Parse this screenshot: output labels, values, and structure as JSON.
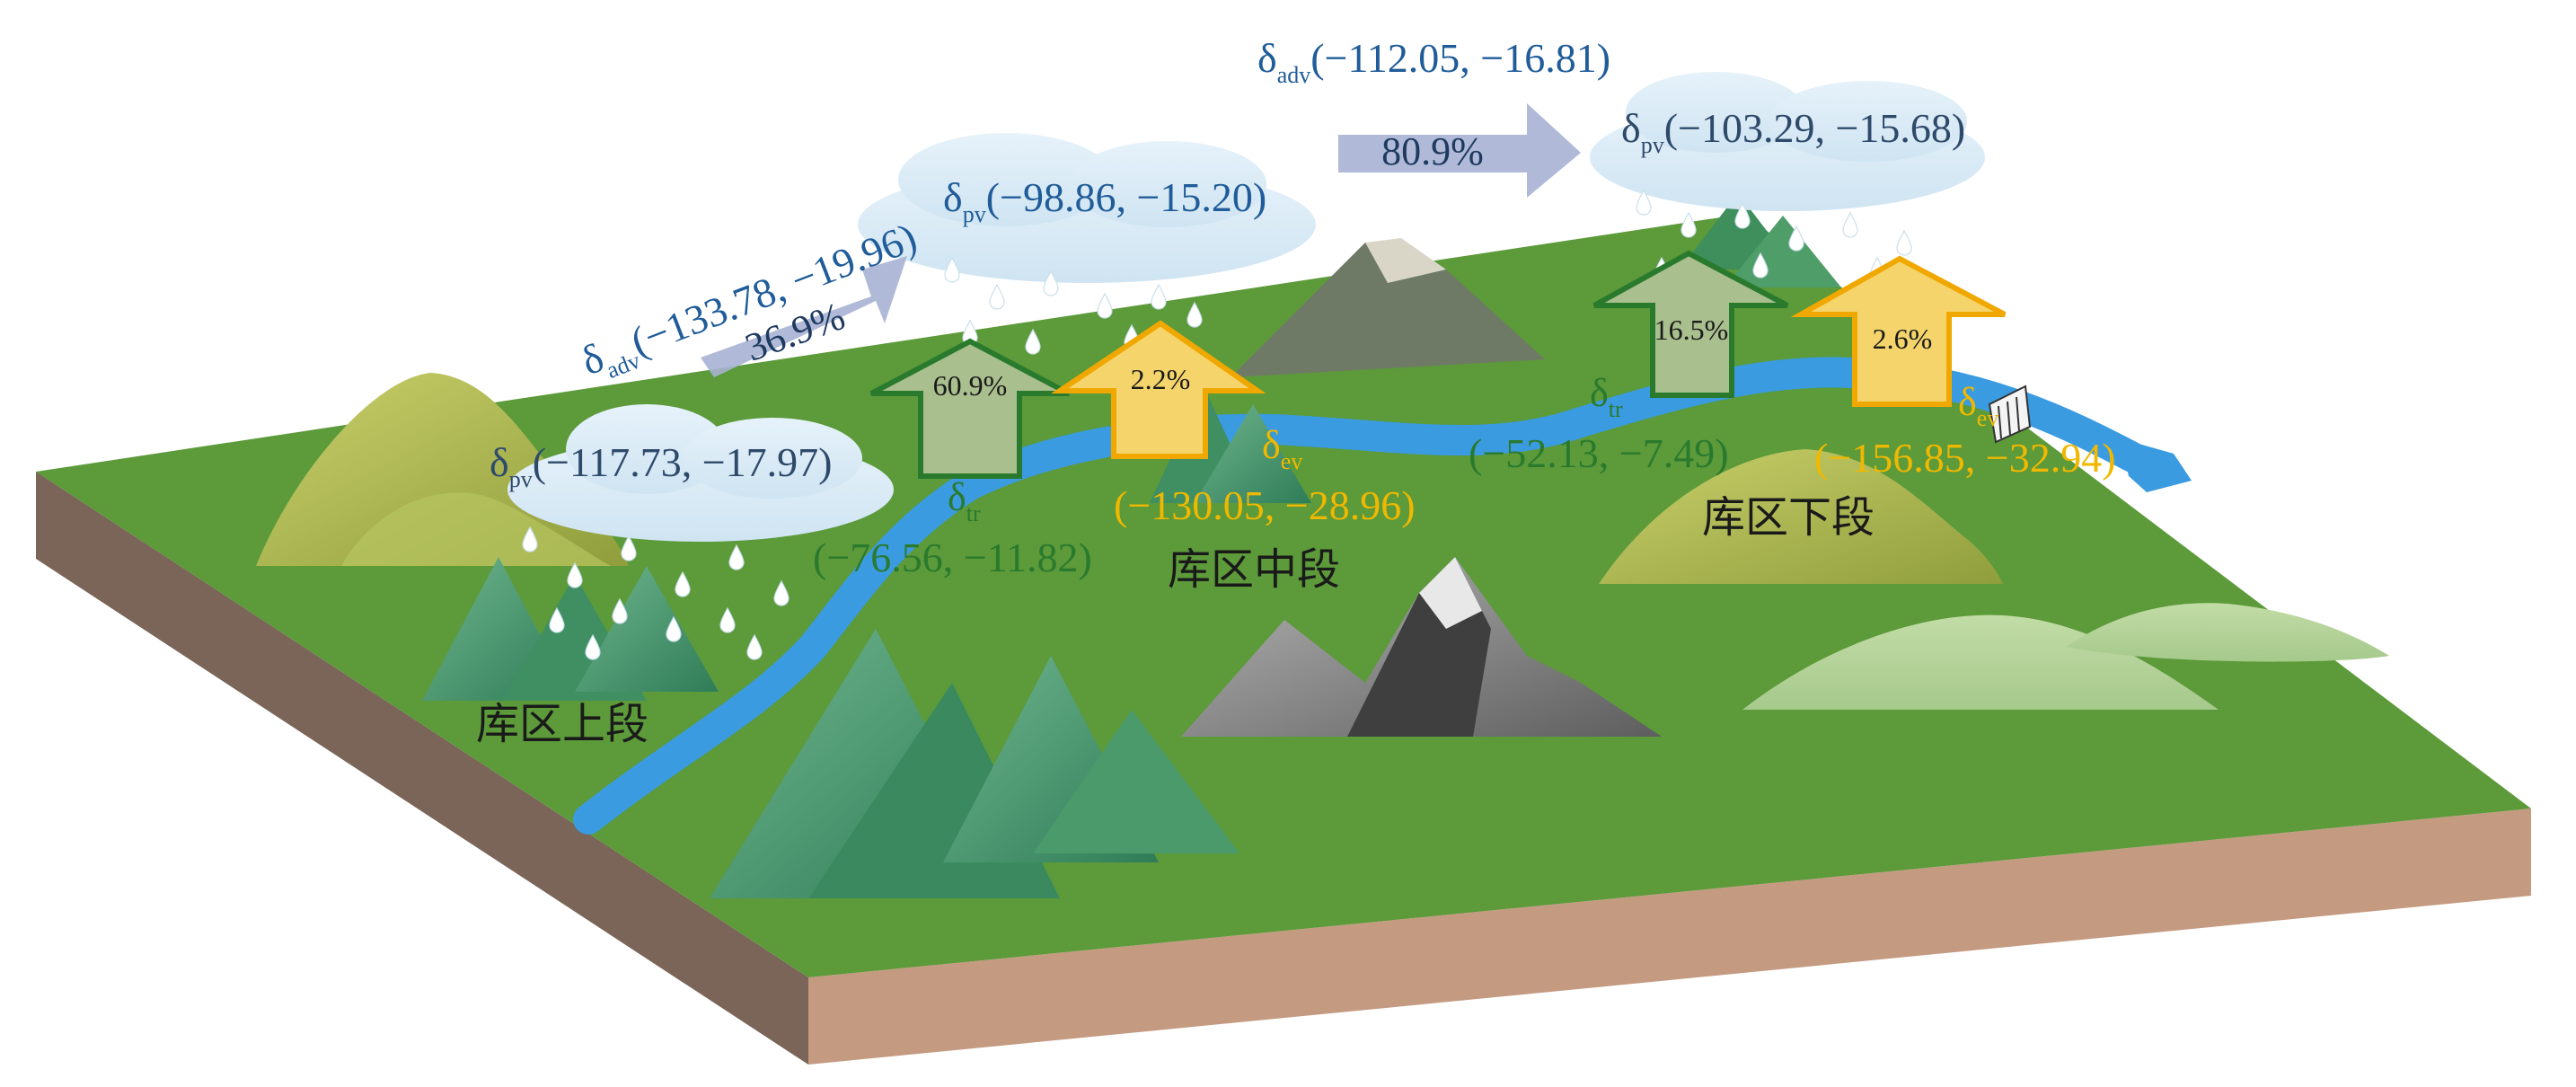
{
  "upper": {
    "pv": {
      "symbol": "δ",
      "sub": "pv",
      "values": "(−117.73, −17.97)"
    },
    "adv": {
      "symbol": "δ",
      "sub": "adv",
      "values": "(−133.78, −19.96)",
      "percent": "36.9%"
    },
    "tr": {
      "symbol": "δ",
      "sub": "tr",
      "values": "(−76.56, −11.82)",
      "percent": "60.9%"
    },
    "label": "库区上段"
  },
  "middle": {
    "pv": {
      "symbol": "δ",
      "sub": "pv",
      "values": "(−98.86, −15.20)"
    },
    "ev": {
      "symbol": "δ",
      "sub": "ev",
      "values": "(−130.05, −28.96)",
      "percent": "2.2%"
    },
    "label": "库区中段"
  },
  "lower": {
    "pv": {
      "symbol": "δ",
      "sub": "pv",
      "values": "(−103.29, −15.68)"
    },
    "adv": {
      "symbol": "δ",
      "sub": "adv",
      "values": "(−112.05, −16.81)",
      "percent": "80.9%"
    },
    "tr": {
      "symbol": "δ",
      "sub": "tr",
      "values": "(−52.13, −7.49)",
      "percent": "16.5%"
    },
    "ev": {
      "symbol": "δ",
      "sub": "ev",
      "values": "(−156.85, −32.94)",
      "percent": "2.6%"
    },
    "label": "库区下段"
  },
  "colors": {
    "advection_text": "#1f5c99",
    "vapor_text": "#2e4a6b",
    "transpiration": "#2a7a2e",
    "evaporation": "#f0b800",
    "river": "#3a9be0",
    "ground": "#5c9a3a",
    "soil_front": "#c49a80",
    "soil_side": "#7a6558"
  }
}
